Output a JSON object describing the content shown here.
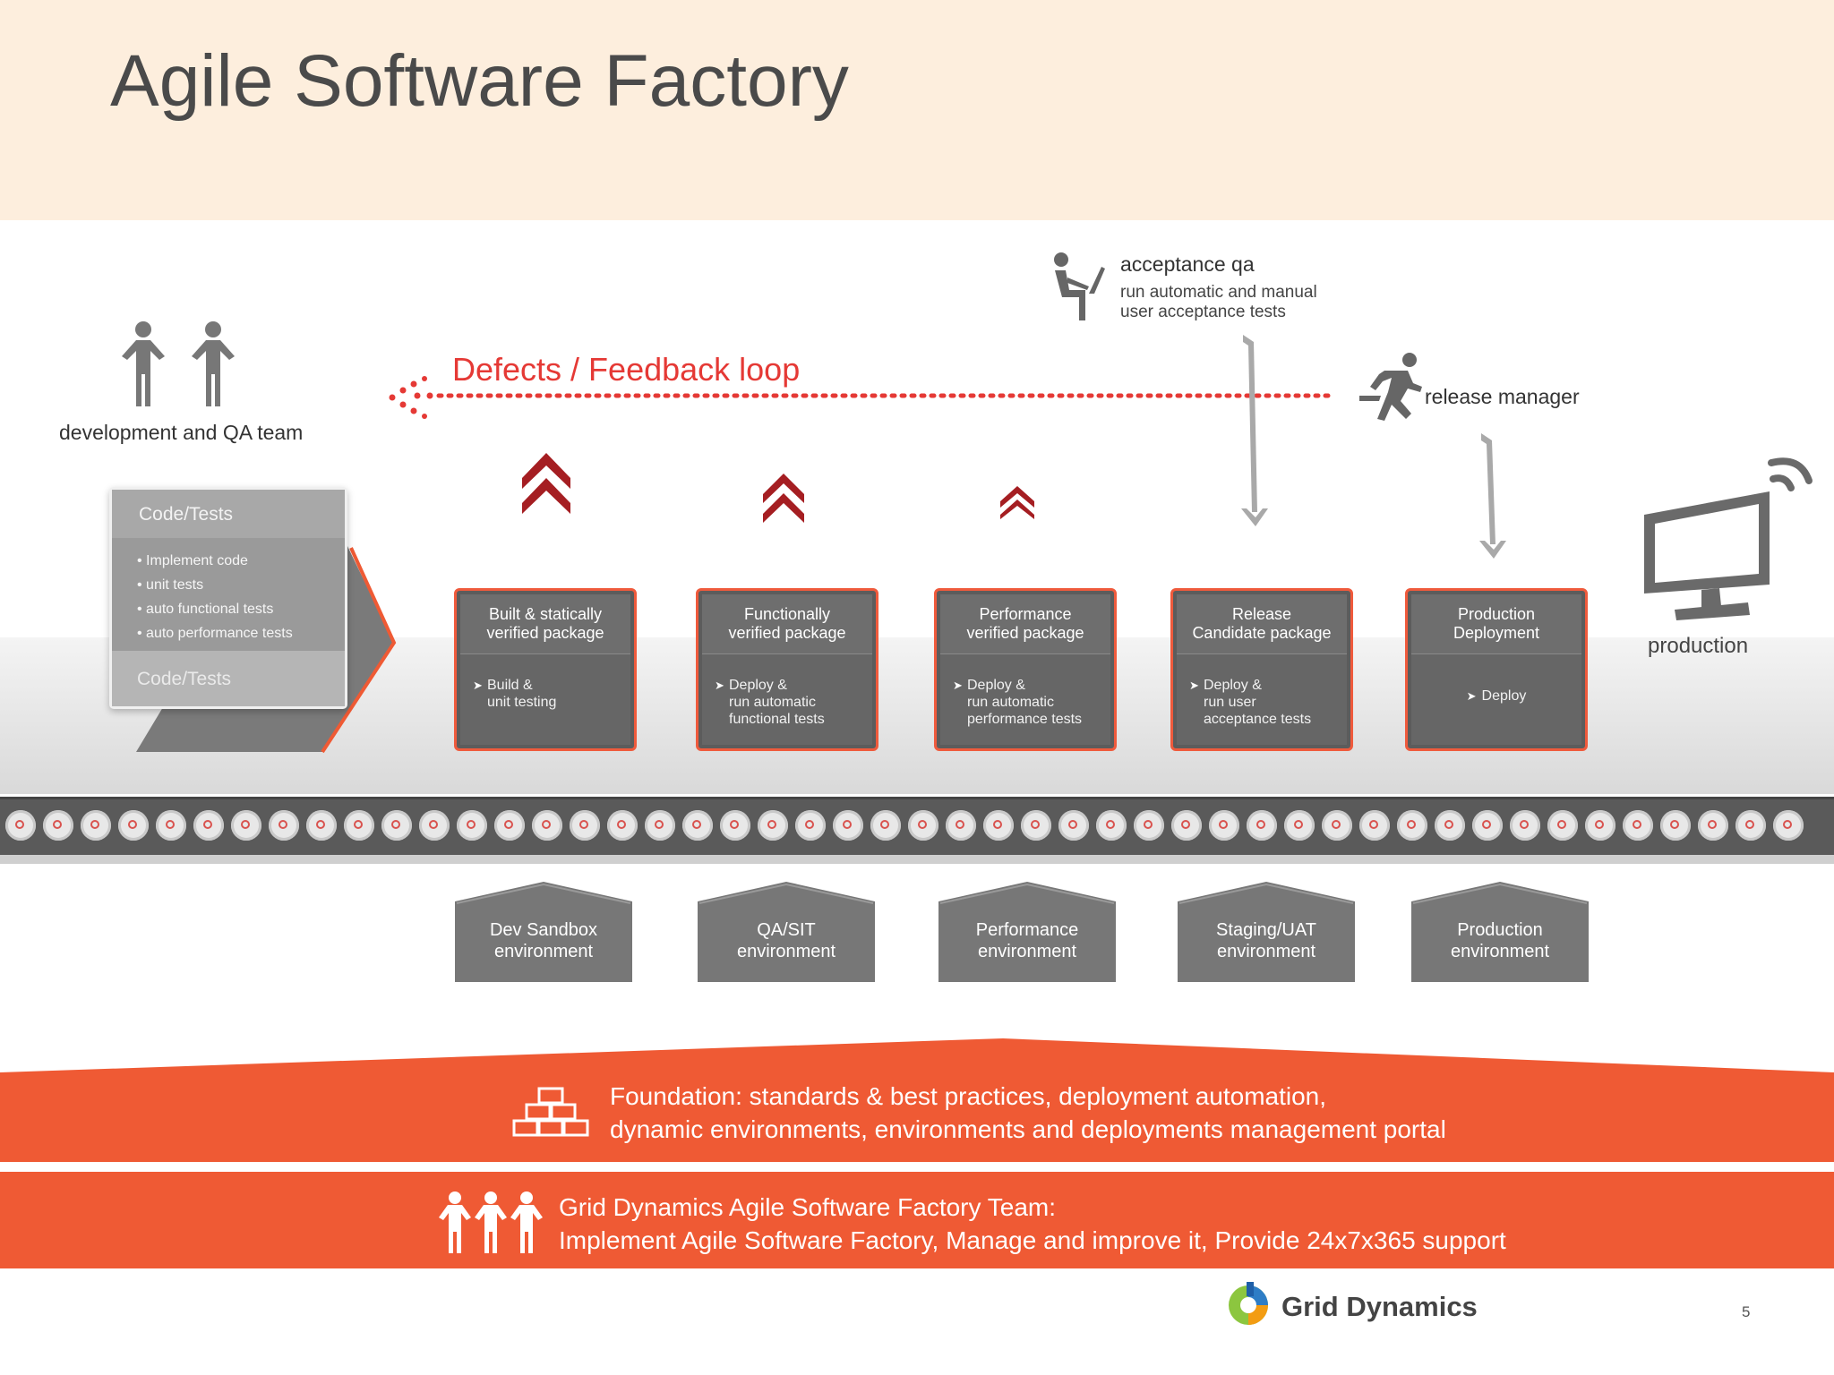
{
  "title": "Agile Software Factory",
  "actors": {
    "dev_team": "development and QA team",
    "acceptance_qa": {
      "title": "acceptance qa",
      "line1": "run automatic and manual",
      "line2": "user acceptance tests"
    },
    "release_manager": "release manager",
    "production": "production"
  },
  "feedback_loop": "Defects / Feedback loop",
  "code_card": {
    "title": "Code/Tests",
    "items": [
      "• Implement code",
      "• unit tests",
      "• auto functional tests",
      "• auto performance tests"
    ],
    "footer": "Code/Tests"
  },
  "stages": [
    {
      "title": "Built & statically\nverified package",
      "action": "Build &\nunit testing"
    },
    {
      "title": "Functionally\nverified package",
      "action": "Deploy &\nrun automatic\nfunctional tests"
    },
    {
      "title": "Performance\nverified package",
      "action": "Deploy &\nrun automatic\nperformance tests"
    },
    {
      "title": "Release\nCandidate package",
      "action": "Deploy &\nrun user\nacceptance tests"
    },
    {
      "title": "Production\nDeployment",
      "action": "Deploy"
    }
  ],
  "environments": [
    {
      "line1": "Dev Sandbox",
      "line2": "environment"
    },
    {
      "line1": "QA/SIT",
      "line2": "environment"
    },
    {
      "line1": "Performance",
      "line2": "environment"
    },
    {
      "line1": "Staging/UAT",
      "line2": "environment"
    },
    {
      "line1": "Production",
      "line2": "environment"
    }
  ],
  "foundation": {
    "line1": "Foundation: standards & best practices, deployment automation,",
    "line2": "dynamic environments, environments and deployments management portal"
  },
  "team_bar": {
    "line1": "Grid Dynamics Agile Software Factory Team:",
    "line2": "Implement Agile Software Factory, Manage and improve it, Provide 24x7x365 support"
  },
  "logo_text": "Grid Dynamics",
  "page_number": "5",
  "colors": {
    "accent": "#ef5a34",
    "feedback_red": "#e53935",
    "chevron_red": "#a51e22",
    "box_grey": "#666666"
  }
}
